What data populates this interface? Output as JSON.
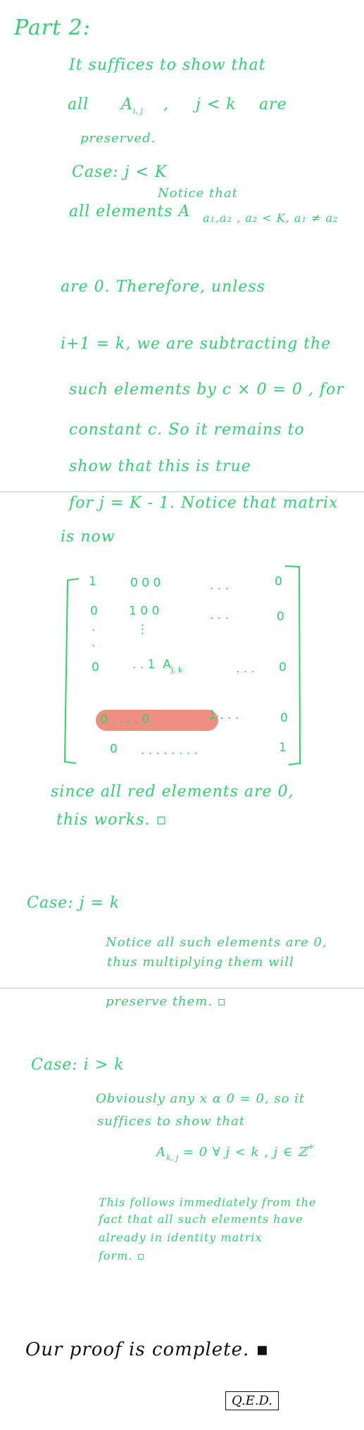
{
  "heading": "Part 2:",
  "intro": {
    "line1": "It suffices to show that",
    "line2a": "all",
    "line2b": "A",
    "line2b_sub": "i, j",
    "line2c": ",",
    "line2d": "j < k",
    "line2e": "are",
    "line3": "preserved."
  },
  "case1": {
    "label": "Case: j < K",
    "lines": [
      "Notice that",
      "all elements A",
      "a₁,a₂ , a₂ < K, a₁ ≠ a₂",
      "are 0. Therefore, unless",
      "i+1 = k, we are subtracting the",
      "such elements by  c × 0 = 0 , for",
      "constant c. So it remains to",
      "show  that  this  is  true",
      "for  j = K - 1. Notice that  matrix",
      "is  now"
    ]
  },
  "matrix": {
    "rows": [
      [
        "1",
        "0  0  0",
        ". . .",
        "0"
      ],
      [
        "0",
        "1  0 0",
        ". . .",
        "0"
      ],
      [
        "0",
        ". . 1  A",
        "j, k  . . .",
        "0"
      ],
      [
        "0  . . . .  0",
        "",
        "1  . . .",
        "0"
      ],
      [
        "0",
        ". . . . . . . .",
        "",
        "1"
      ]
    ],
    "a_label": "A",
    "a_sub": "j, k",
    "dots": ". . ."
  },
  "case1_end": {
    "line1": "since all red elements are 0,",
    "line2": "this works. ▫"
  },
  "case2": {
    "label": "Case:  j = k",
    "line1": "Notice all such elements are 0,",
    "line2": "thus multiplying them will",
    "line3": "preserve  them. ▫"
  },
  "case3": {
    "label": "Case:  i > k",
    "line1": "Obviously any    x α 0 = 0,  so it",
    "line2": "suffices  to  show that",
    "line3a": "A",
    "line3_sub": "k, j",
    "line3b": " = 0    ∀ j < k , j ∈ ℤ",
    "line3_sup": "+",
    "line4": "This follows immediately from the",
    "line5": "fact that all such elements have",
    "line6": "already  in  identity matrix",
    "line7": "form. ▫"
  },
  "conclusion": {
    "text": "Our  proof  is  complete. ▪",
    "qed": "Q.E.D."
  }
}
